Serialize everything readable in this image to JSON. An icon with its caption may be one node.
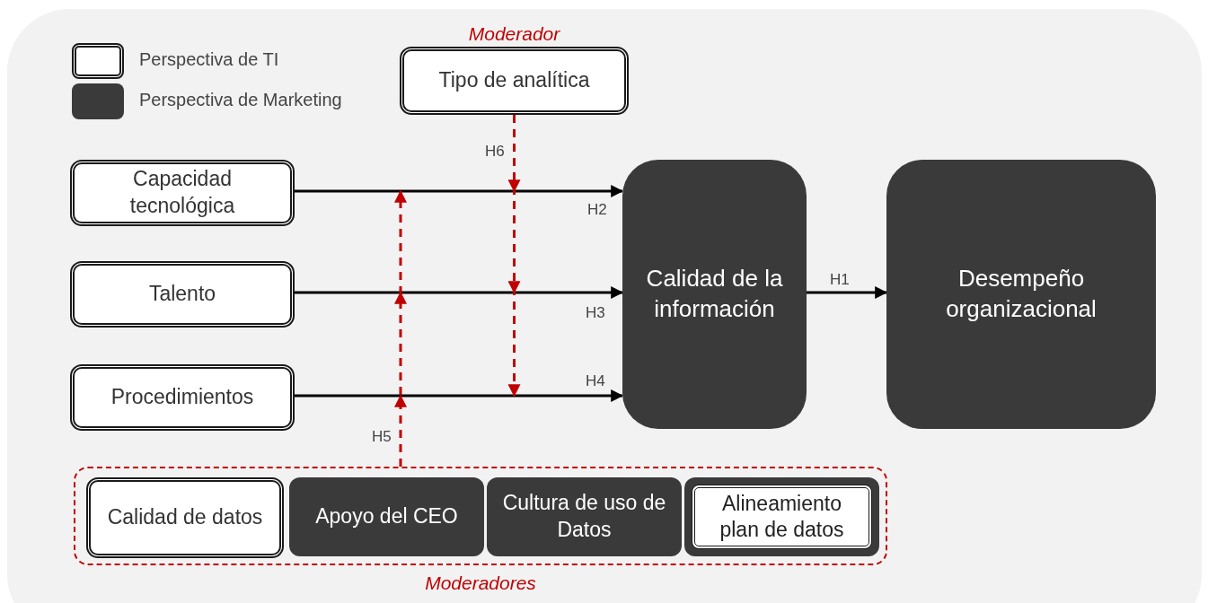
{
  "diagram": {
    "nodes": [
      {
        "text": [
          "Tipo de analítica"
        ],
        "beside": [
          "Moderador"
        ]
      },
      {
        "text": [
          "Capacidad tecnológica"
        ]
      },
      {
        "text": [
          "Talento"
        ]
      },
      {
        "text": [
          "Procedimientos"
        ]
      },
      {
        "text": [
          "Calidad de la información"
        ]
      },
      {
        "text": [
          "Desempeño organizacional"
        ]
      },
      {
        "text": [
          "Moderadores"
        ]
      },
      {
        "text": [
          "Calidad de datos"
        ],
        "in": 6
      },
      {
        "text": [
          "Apoyo del CEO"
        ],
        "in": 6
      },
      {
        "text": [
          "Cultura de uso de Datos"
        ],
        "in": 6
      },
      {
        "text": [
          "Alineamiento plan de datos"
        ],
        "in": 6
      }
    ],
    "edges": [
      {
        "from": 1,
        "to": 4,
        "arrow": "to",
        "label": "H2"
      },
      {
        "from": 2,
        "to": 4,
        "arrow": "to",
        "label": "H3"
      },
      {
        "from": 3,
        "to": 4,
        "arrow": "to",
        "label": "H4"
      },
      {
        "from": 4,
        "to": 5,
        "arrow": "to",
        "label": "H1"
      },
      {
        "from": 0,
        "to": null,
        "arrow": "to",
        "label": "H6",
        "style": "dashed",
        "color": "#c00000"
      },
      {
        "from": 6,
        "to": null,
        "arrow": "to",
        "label": "H5",
        "style": "dashed",
        "color": "#c00000"
      }
    ],
    "legend": [
      {
        "text": "Perspectiva de TI",
        "color": "#ffffff"
      },
      {
        "text": "Perspectiva de Marketing",
        "color": "#3a3a3a"
      }
    ]
  }
}
